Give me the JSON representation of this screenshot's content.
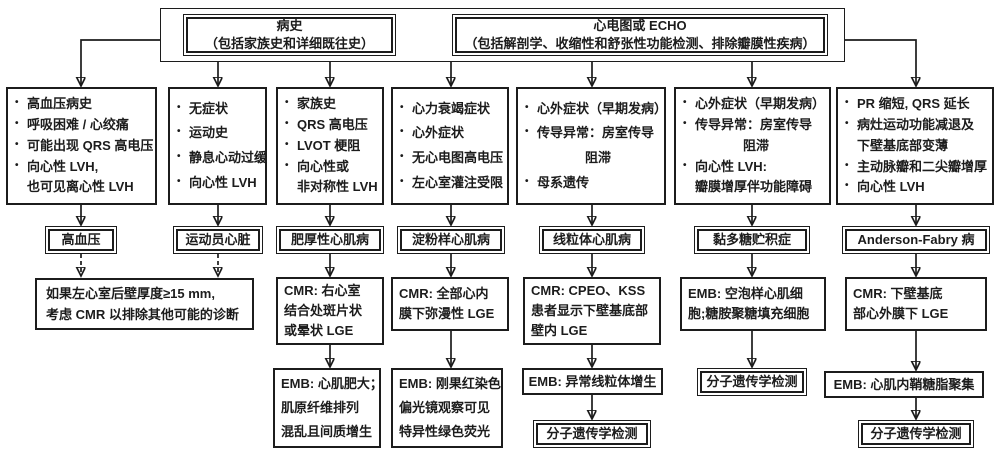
{
  "header": {
    "history": {
      "title": "病史",
      "subtitle": "（包括家族史和详细既往史）"
    },
    "echo": {
      "title": "心电图或 ECHO",
      "subtitle": "（包括解剖学、收缩性和舒张性功能检测、排除瓣膜性疾病）"
    }
  },
  "columns": [
    {
      "findings": [
        {
          "l1": "高血压病史"
        },
        {
          "l1": "呼吸困难 / 心绞痛"
        },
        {
          "l1": "可能出现 QRS 高电压"
        },
        {
          "l1": "向心性 LVH,",
          "l2": "也可见离心性 LVH"
        }
      ],
      "diagnosis": "高血压"
    },
    {
      "findings": [
        {
          "l1": "无症状"
        },
        {
          "l1": "运动史"
        },
        {
          "l1": "静息心动过缓"
        },
        {
          "l1": "向心性 LVH"
        }
      ],
      "diagnosis": "运动员心脏"
    },
    {
      "findings": [
        {
          "l1": "家族史"
        },
        {
          "l1": "QRS 高电压"
        },
        {
          "l1": "LVOT 梗阻"
        },
        {
          "l1": "向心性或",
          "l2": "非对称性 LVH"
        }
      ],
      "diagnosis": "肥厚性心肌病",
      "cmr": [
        "CMR: 右心室",
        "结合处斑片状",
        "或晕状 LGE"
      ],
      "emb": [
        "EMB: 心肌肥大；",
        "肌原纤维排列",
        "混乱且间质增生"
      ]
    },
    {
      "findings": [
        {
          "l1": "心力衰竭症状"
        },
        {
          "l1": "心外症状"
        },
        {
          "l1": "无心电图高电压"
        },
        {
          "l1": "左心室灌注受限"
        }
      ],
      "diagnosis": "淀粉样心肌病",
      "cmr": [
        "CMR: 全部心内",
        "膜下弥漫性 LGE"
      ],
      "emb": [
        "EMB: 刚果红染色",
        "偏光镜观察可见",
        "特异性绿色荧光"
      ]
    },
    {
      "findings": [
        {
          "l1": "心外症状（早期发病）"
        },
        {
          "l1": "传导异常：房室传导",
          "l2": "阻滞"
        },
        {
          "l1": "母系遗传"
        }
      ],
      "diagnosis": "线粒体心肌病",
      "cmr": [
        "CMR: CPEO、KSS",
        "患者显示下壁基底部",
        "壁内 LGE"
      ],
      "emb": [
        "EMB: 异常线粒体增生"
      ],
      "final": "分子遗传学检测"
    },
    {
      "findings": [
        {
          "l1": "心外症状（早期发病）"
        },
        {
          "l1": "传导异常：房室传导",
          "l2": "阻滞"
        },
        {
          "l1": "向心性 LVH:",
          "l2": "瓣膜增厚伴功能障碍"
        }
      ],
      "diagnosis": "黏多糖贮积症",
      "emb": [
        "EMB: 空泡样心肌细",
        "胞;糖胺聚糖填充细胞"
      ],
      "final": "分子遗传学检测"
    },
    {
      "findings": [
        {
          "l1": "PR 缩短, QRS 延长"
        },
        {
          "l1": "病灶运动功能减退及",
          "l2": "下壁基底部变薄"
        },
        {
          "l1": "主动脉瓣和二尖瓣增厚"
        },
        {
          "l1": "向心性 LVH"
        }
      ],
      "diagnosis": "Anderson-Fabry 病",
      "cmr": [
        "CMR: 下壁基底",
        "部心外膜下 LGE"
      ],
      "emb": [
        "EMB: 心肌内鞘糖脂聚集"
      ],
      "final": "分子遗传学检测"
    }
  ],
  "shared_note": {
    "lines": [
      "如果左心室后壁厚度≥15 mm,",
      "考虑 CMR 以排除其他可能的诊断"
    ]
  },
  "colors": {
    "ink": "#1c1c1c",
    "background": "#ffffff"
  }
}
